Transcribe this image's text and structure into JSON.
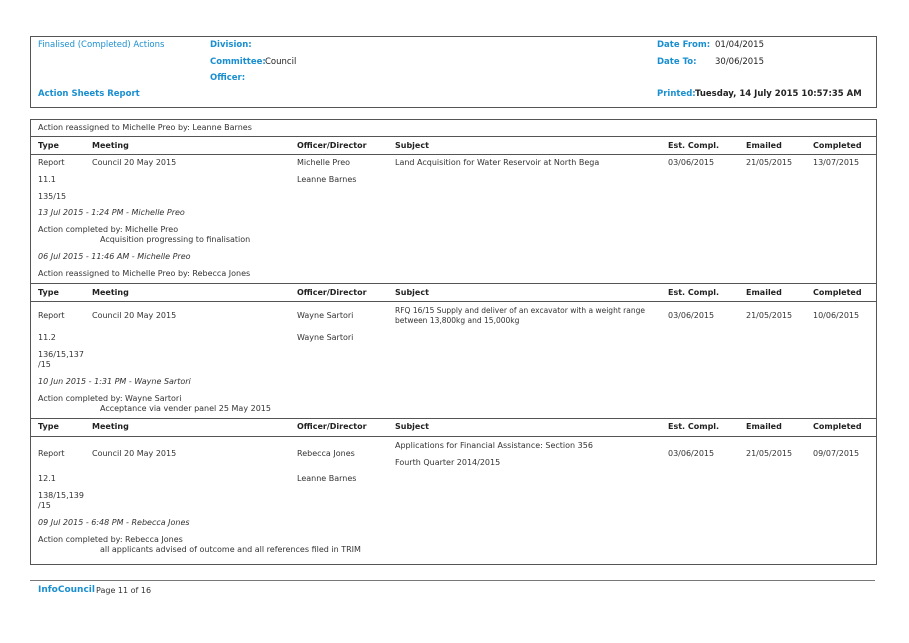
{
  "header": {
    "report_type": "Finalised (Completed) Actions",
    "report_name": "Action Sheets Report",
    "division_label": "Division:",
    "committee_label": "Committee:",
    "committee_value": "Council",
    "officer_label": "Officer:",
    "date_from_label": "Date From:",
    "date_from_value": "01/04/2015",
    "date_to_label": "Date To:",
    "date_to_value": "30/06/2015",
    "printed_label": "Printed:",
    "printed_value": "Tuesday, 14 July 2015  10:57:35 AM"
  },
  "columns": {
    "type": "Type",
    "meeting": "Meeting",
    "officer": "Officer/Director",
    "subject": "Subject",
    "est": "Est. Compl.",
    "emailed": "Emailed",
    "completed": "Completed"
  },
  "intro_note": "Action reassigned to Michelle Preo by: Leanne Barnes",
  "records": [
    {
      "type": "Report",
      "meeting": "Council 20 May 2015",
      "officer1": "Michelle Preo",
      "officer2": "Leanne Barnes",
      "subject1": "Land Acquisition for Water Reservoir at North Bega",
      "subject2": "",
      "est": "03/06/2015",
      "emailed": "21/05/2015",
      "completed": "13/07/2015",
      "item": "11.1",
      "ref1": "135/15",
      "ref2": "",
      "log1": "13 Jul 2015 - 1:24 PM - Michelle Preo",
      "completed_by": "Action completed by: Michelle Preo",
      "completed_note": "Acquisition progressing to finalisation",
      "log2": "06 Jul 2015 - 11:46 AM - Michelle Preo",
      "reassigned": "Action reassigned to Michelle Preo by: Rebecca Jones"
    },
    {
      "type": "Report",
      "meeting": "Council 20 May 2015",
      "officer1": "Wayne Sartori",
      "officer2": "Wayne Sartori",
      "subject1": "RFQ 16/15 Supply and deliver of an excavator with a weight range",
      "subject2": "between 13,800kg and 15,000kg",
      "est": "03/06/2015",
      "emailed": "21/05/2015",
      "completed": "10/06/2015",
      "item": "11.2",
      "ref1": "136/15,137",
      "ref2": "/15",
      "log1": "10 Jun 2015 - 1:31 PM - Wayne Sartori",
      "completed_by": "Action completed by: Wayne Sartori",
      "completed_note": "Acceptance via vender panel 25 May 2015"
    },
    {
      "type": "Report",
      "meeting": "Council 20 May 2015",
      "officer1": "Rebecca Jones",
      "officer2": "Leanne Barnes",
      "subject1": "Applications for Financial Assistance: Section 356",
      "subject2": "Fourth Quarter 2014/2015",
      "est": "03/06/2015",
      "emailed": "21/05/2015",
      "completed": "09/07/2015",
      "item": "12.1",
      "ref1": "138/15,139",
      "ref2": "/15",
      "log1": "09 Jul 2015 - 6:48 PM - Rebecca Jones",
      "completed_by": "Action completed by: Rebecca Jones",
      "completed_note": "all applicants advised of outcome and all references filed in TRIM"
    }
  ],
  "footer": {
    "brand": "InfoCouncil",
    "page": "Page 11 of 16"
  }
}
